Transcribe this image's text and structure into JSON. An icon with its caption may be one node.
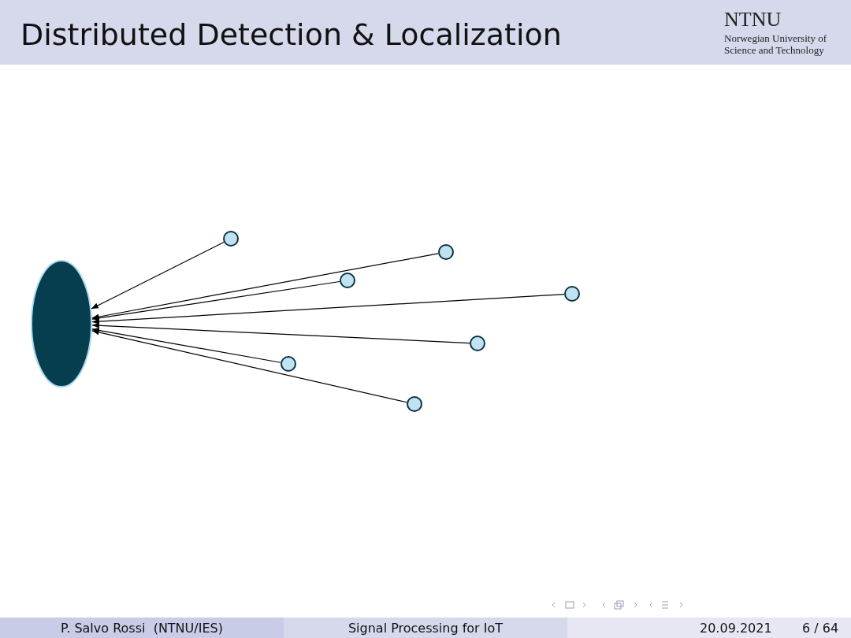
{
  "diagram": {
    "title": "Distributed Detection & Localization",
    "nodes": [
      {
        "text": [],
        "shape": "ellipse"
      },
      {
        "text": [],
        "shape": "circle"
      },
      {
        "text": [],
        "shape": "circle"
      },
      {
        "text": [],
        "shape": "circle"
      },
      {
        "text": [],
        "shape": "circle"
      },
      {
        "text": [],
        "shape": "circle"
      },
      {
        "text": [],
        "shape": "circle"
      },
      {
        "text": [],
        "shape": "circle"
      }
    ],
    "edges": [
      {
        "from": 1,
        "to": 0,
        "arrow": "to"
      },
      {
        "from": 2,
        "to": 0,
        "arrow": "to"
      },
      {
        "from": 3,
        "to": 0,
        "arrow": "to"
      },
      {
        "from": 4,
        "to": 0,
        "arrow": "to"
      },
      {
        "from": 5,
        "to": 0,
        "arrow": "to"
      },
      {
        "from": 6,
        "to": 0,
        "arrow": "to"
      },
      {
        "from": 7,
        "to": 0,
        "arrow": "to"
      }
    ],
    "labels": [
      "NTNU",
      "Norwegian University of Science and Technology",
      "P. Salvo Rossi  (NTNU/IES)",
      "Signal Processing for IoT",
      "20.09.2021",
      "6 / 64"
    ]
  }
}
